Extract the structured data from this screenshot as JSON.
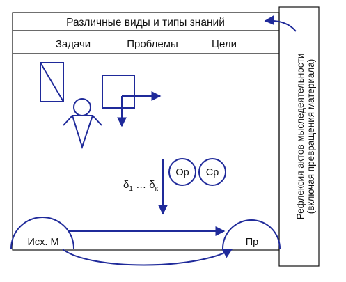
{
  "header": {
    "title": "Различные виды и типы знаний"
  },
  "subheader": {
    "items": [
      "Задачи",
      "Проблемы",
      "Цели"
    ]
  },
  "sequence_label": {
    "prefix": "δ",
    "first_index": "1",
    "ellipsis": " … ",
    "last_index": "к"
  },
  "circles": {
    "left": "Ор",
    "right": "Ср"
  },
  "bottom": {
    "left_label": "Исх. М",
    "right_label": "Пр"
  },
  "side_panel": {
    "line1": "Рефлексия актов мыследеятельности",
    "line2": "(включая превращения материала)"
  },
  "colors": {
    "line": "#111111",
    "accent": "#1f2a9a"
  }
}
